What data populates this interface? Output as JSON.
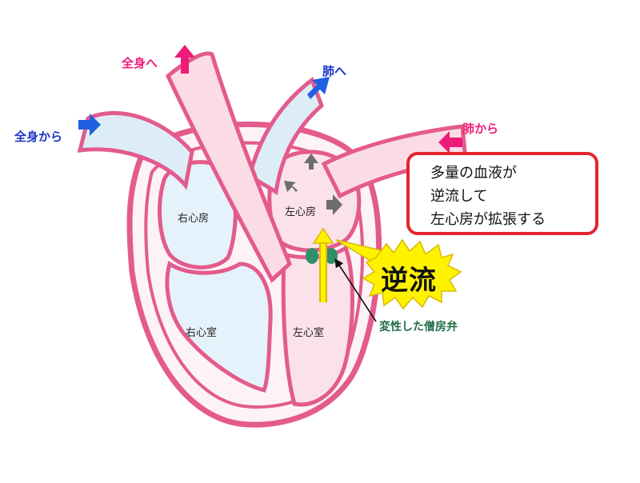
{
  "labels": {
    "to_body": "全身へ",
    "from_body": "全身から",
    "to_lungs": "肺へ",
    "from_lungs": "肺から",
    "right_atrium": "右心房",
    "right_ventricle": "右心室",
    "left_atrium": "左心房",
    "left_ventricle": "左心室",
    "valve": "変性した僧房弁"
  },
  "callout": {
    "lines": [
      "多量の血液が",
      "逆流して",
      "左心房が拡張する"
    ]
  },
  "burst_text": "逆流",
  "colors": {
    "heart_outline": "#e35b8c",
    "heart_fill": "#fdf3f6",
    "right_chamber_fill": "#e6f2fb",
    "left_chamber_fill": "#fbe1ea",
    "aorta_fill": "#fbdce5",
    "vein_fill": "#dcedf8",
    "pink_arrow": "#ee1c78",
    "blue_arrow": "#1f5fe0",
    "valve": "#2f8f6a",
    "burst": "#fff200",
    "reflux_arrow": "#fff200",
    "gray_arrow": "#6d6d6d",
    "callout_border": "#e3262c"
  }
}
